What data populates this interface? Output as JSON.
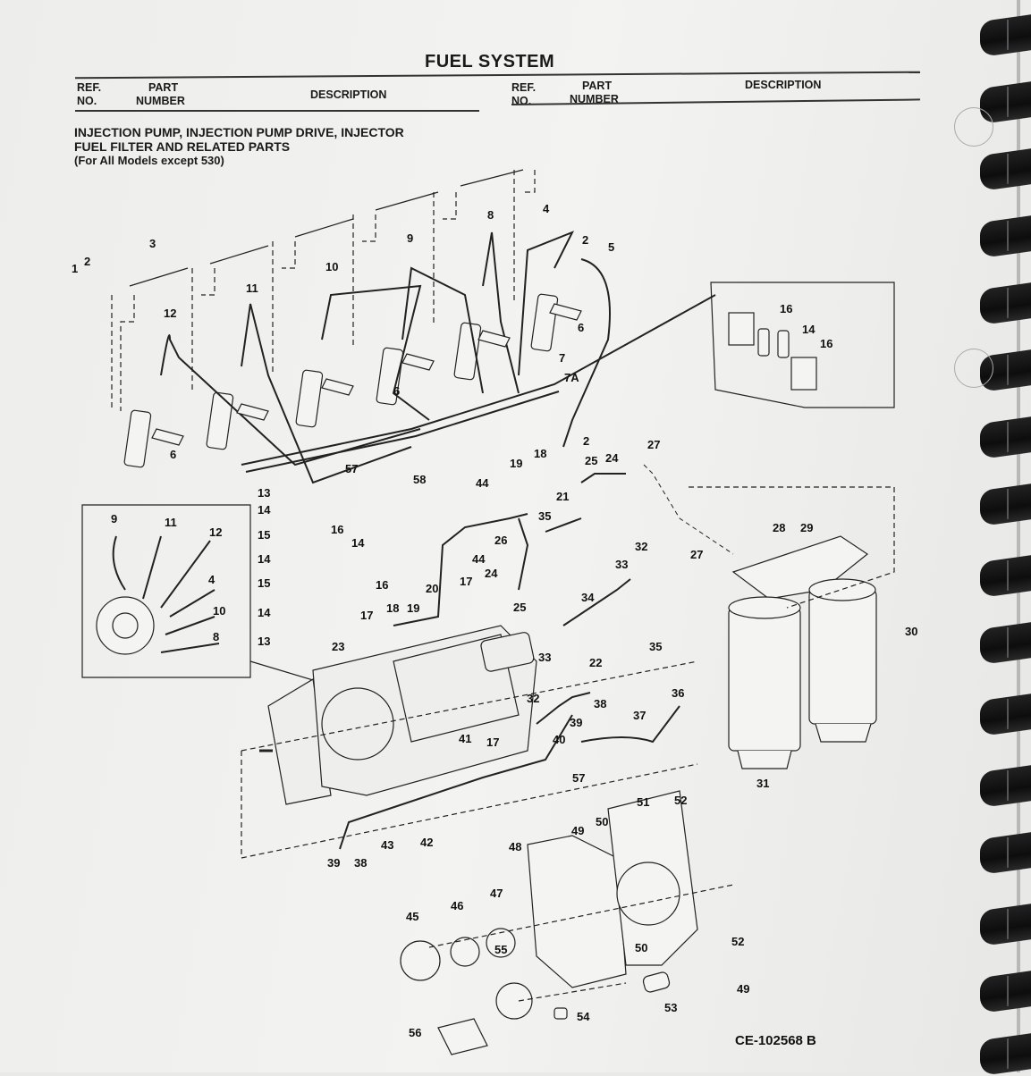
{
  "header": {
    "title": "FUEL SYSTEM",
    "left_columns": {
      "ref": "REF.",
      "no": "NO.",
      "part": "PART",
      "number": "NUMBER",
      "description": "DESCRIPTION"
    },
    "right_columns": {
      "ref": "REF.",
      "no": "NO.",
      "part": "PART",
      "number": "NUMBER",
      "description": "DESCRIPTION"
    }
  },
  "section": {
    "line1": "INJECTION PUMP, INJECTION PUMP DRIVE, INJECTOR",
    "line2": "FUEL FILTER AND RELATED PARTS",
    "line3": "(For All Models except 530)"
  },
  "diagram": {
    "callouts": [
      "1",
      "2",
      "3",
      "2",
      "4",
      "5",
      "8",
      "9",
      "10",
      "11",
      "12",
      "6",
      "7",
      "7A",
      "16",
      "14",
      "16",
      "6",
      "6",
      "2",
      "27",
      "18",
      "19",
      "25",
      "24",
      "21",
      "57",
      "58",
      "44",
      "13",
      "14",
      "15",
      "14",
      "15",
      "14",
      "13",
      "16",
      "14",
      "16",
      "35",
      "26",
      "44",
      "24",
      "17",
      "25",
      "20",
      "17",
      "18",
      "19",
      "23",
      "28",
      "29",
      "32",
      "33",
      "27",
      "34",
      "35",
      "30",
      "33",
      "22",
      "32",
      "38",
      "36",
      "37",
      "39",
      "40",
      "41",
      "17",
      "31",
      "57",
      "51",
      "52",
      "50",
      "49",
      "48",
      "47",
      "46",
      "45",
      "39",
      "38",
      "43",
      "42",
      "52",
      "55",
      "50",
      "53",
      "49",
      "56",
      "54"
    ],
    "inset_callouts": [
      "9",
      "11",
      "12",
      "4",
      "10",
      "8"
    ],
    "drawing_code": "CE-102568 B"
  }
}
